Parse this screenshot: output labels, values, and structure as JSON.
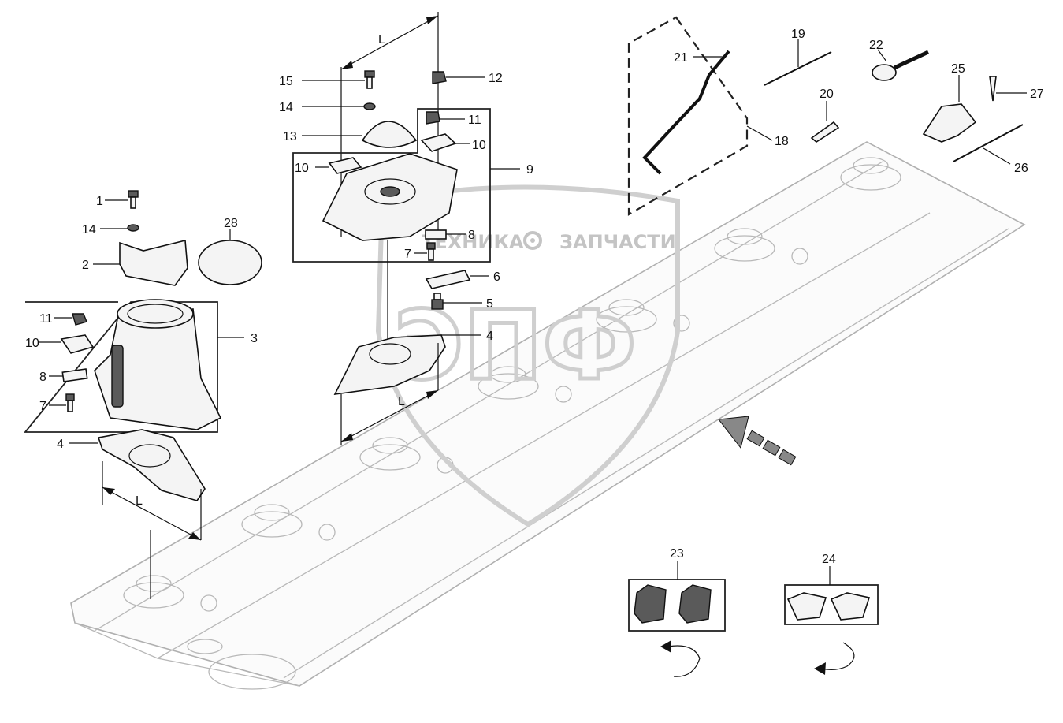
{
  "watermark": {
    "left": "ТЕХНИКА",
    "right": "ЗАПЧАСТИ",
    "emblem": "ЭПФ",
    "gear_icon": "gear-icon"
  },
  "labels": {
    "n1": "1",
    "n2": "2",
    "n3": "3",
    "n4a": "4",
    "n4b": "4",
    "n5": "5",
    "n6": "6",
    "n7a": "7",
    "n7b": "7",
    "n8a": "8",
    "n8b": "8",
    "n9": "9",
    "n10a": "10",
    "n10b": "10",
    "n10c": "10",
    "n11a": "11",
    "n11b": "11",
    "n12": "12",
    "n13": "13",
    "n14a": "14",
    "n14b": "14",
    "n15": "15",
    "n18": "18",
    "n19": "19",
    "n20": "20",
    "n21": "21",
    "n22": "22",
    "n23": "23",
    "n24": "24",
    "n25": "25",
    "n26": "26",
    "n27": "27",
    "n28": "28"
  },
  "dimensions": {
    "top": "L",
    "middle": "L",
    "left": "L"
  },
  "colors": {
    "line": "#111111",
    "watermark": "#c4c4c4",
    "background_bar": "#b0b0b0"
  }
}
